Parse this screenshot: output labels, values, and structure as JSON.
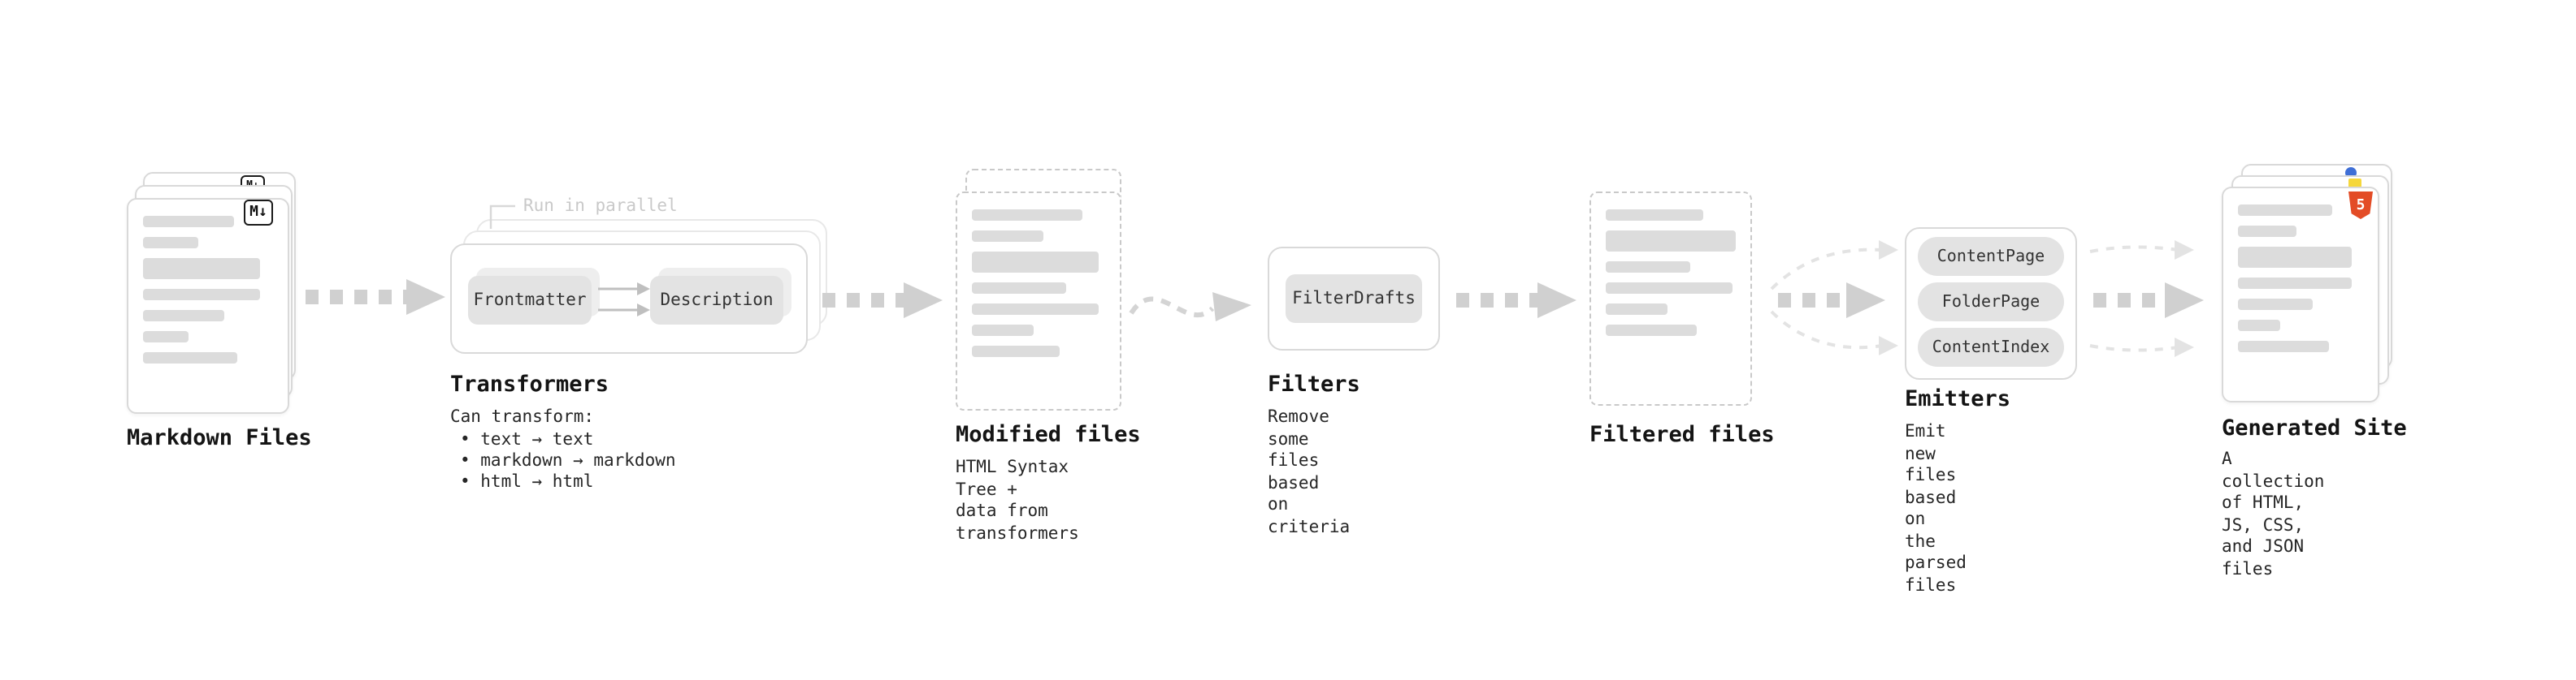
{
  "diagram": {
    "stages": {
      "markdown_files": {
        "title": "Markdown Files",
        "badge_icon": "M↓"
      },
      "transformers": {
        "title": "Transformers",
        "annotation": "Run in parallel",
        "node_frontmatter": "Frontmatter",
        "node_description": "Description",
        "caption_heading": "Can transform:",
        "bullet_1": "• text → text",
        "bullet_2": "• markdown → markdown",
        "bullet_3": "• html → html"
      },
      "modified_files": {
        "title": "Modified files",
        "caption": "HTML Syntax Tree +\ndata from transformers"
      },
      "filters": {
        "title": "Filters",
        "caption": "Remove some files based\non criteria",
        "node_filter_drafts": "FilterDrafts"
      },
      "filtered_files": {
        "title": "Filtered files"
      },
      "emitters": {
        "title": "Emitters",
        "caption": "Emit new files based on\nthe parsed files",
        "node_content_page": "ContentPage",
        "node_folder_page": "FolderPage",
        "node_content_index": "ContentIndex"
      },
      "generated_site": {
        "title": "Generated Site",
        "caption": "A collection of HTML,\nJS, CSS, and JSON files",
        "badge_icon": "5"
      }
    },
    "colors": {
      "arrow_thick": "#d0d0d0",
      "arrow_thin": "#e3e3e3",
      "node_bg": "#e3e3e3",
      "card_border": "#d9d9d9",
      "placeholder": "#dcdcdc",
      "html5_badge": "#e34c26"
    }
  }
}
